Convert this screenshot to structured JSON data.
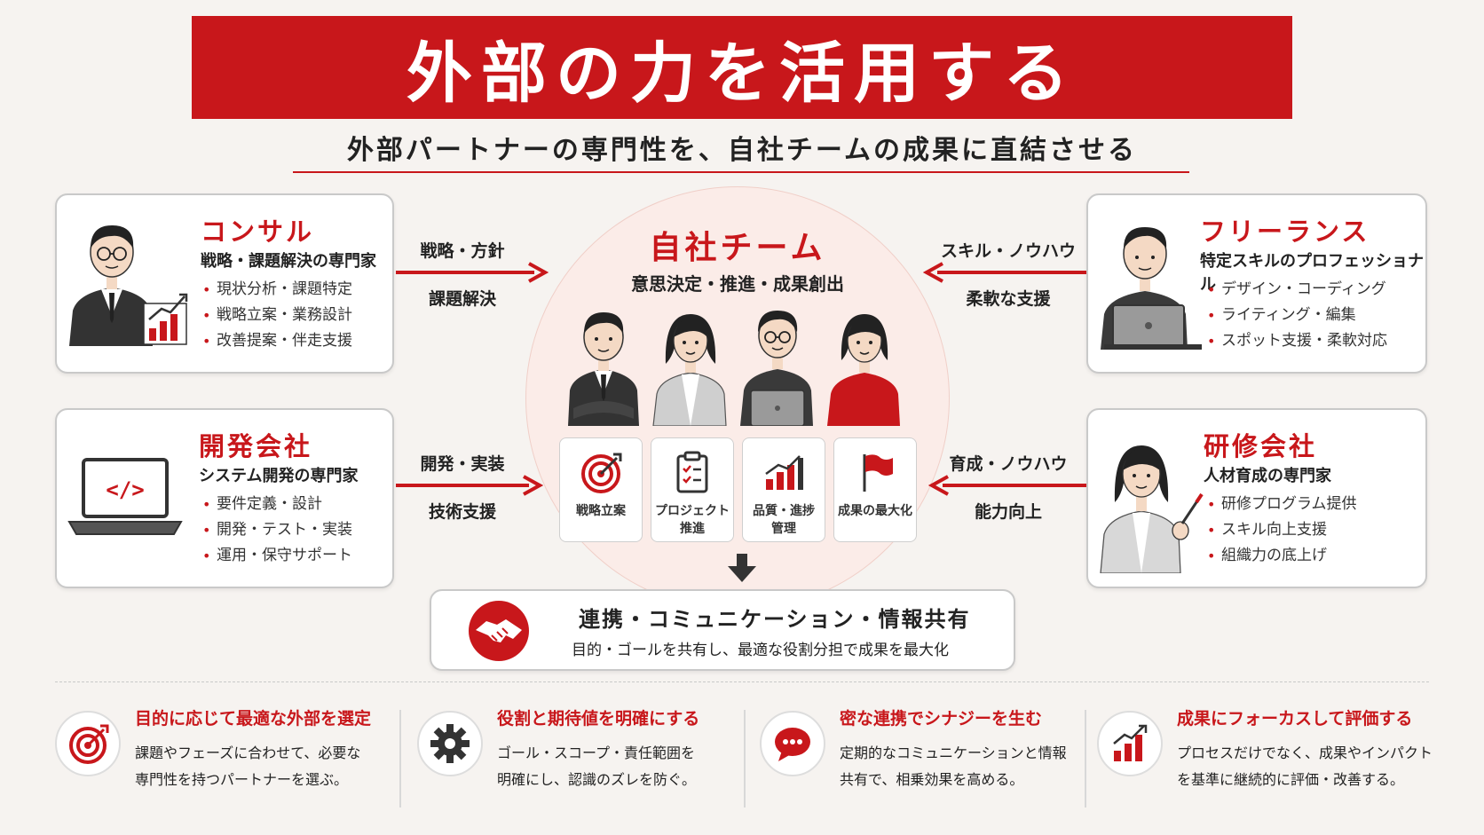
{
  "header": {
    "title": "外部の力を活用する",
    "subtitle": "外部パートナーの専門性を、自社チームの成果に直結させる"
  },
  "center": {
    "title": "自社チーム",
    "subtitle": "意思決定・推進・成果創出",
    "functions": [
      "戦略立案",
      "プロジェクト\n推進",
      "品質・進捗\n管理",
      "成果の最大化"
    ]
  },
  "partners": {
    "consul": {
      "title": "コンサル",
      "sub": "戦略・課題解決の専門家",
      "items": [
        "現状分析・課題特定",
        "戦略立案・業務設計",
        "改善提案・伴走支援"
      ],
      "arrow_top": "戦略・方針",
      "arrow_bottom": "課題解決"
    },
    "dev": {
      "title": "開発会社",
      "sub": "システム開発の専門家",
      "items": [
        "要件定義・設計",
        "開発・テスト・実装",
        "運用・保守サポート"
      ],
      "arrow_top": "開発・実装",
      "arrow_bottom": "技術支援"
    },
    "free": {
      "title": "フリーランス",
      "sub": "特定スキルのプロフェッショナル",
      "items": [
        "デザイン・コーディング",
        "ライティング・編集",
        "スポット支援・柔軟対応"
      ],
      "arrow_top": "スキル・ノウハウ",
      "arrow_bottom": "柔軟な支援"
    },
    "train": {
      "title": "研修会社",
      "sub": "人材育成の専門家",
      "items": [
        "研修プログラム提供",
        "スキル向上支援",
        "組織力の底上げ"
      ],
      "arrow_top": "育成・ノウハウ",
      "arrow_bottom": "能力向上"
    }
  },
  "collab": {
    "title": "連携・コミュニケーション・情報共有",
    "sub": "目的・ゴールを共有し、最適な役割分担で成果を最大化"
  },
  "features": [
    {
      "title": "目的に応じて最適な外部を選定",
      "line1": "課題やフェーズに合わせて、必要な",
      "line2": "専門性を持つパートナーを選ぶ。",
      "icon": "target-icon"
    },
    {
      "title": "役割と期待値を明確にする",
      "line1": "ゴール・スコープ・責任範囲を",
      "line2": "明確にし、認識のズレを防ぐ。",
      "icon": "gear-icon"
    },
    {
      "title": "密な連携でシナジーを生む",
      "line1": "定期的なコミュニケーションと情報",
      "line2": "共有で、相乗効果を高める。",
      "icon": "chat-icon"
    },
    {
      "title": "成果にフォーカスして評価する",
      "line1": "プロセスだけでなく、成果やインパクト",
      "line2": "を基準に継続的に評価・改善する。",
      "icon": "growth-chart-icon"
    }
  ],
  "colors": {
    "accent": "#c8171b",
    "background": "#f6f3f0",
    "circle": "#fbece8"
  }
}
